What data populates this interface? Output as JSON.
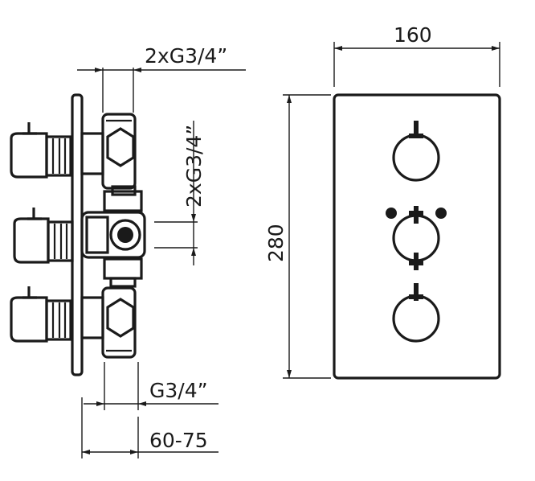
{
  "dimensions": {
    "side_outlet_top": "2xG3/4”",
    "side_outlet_vertical": "2xG3/4”",
    "side_inlet_bottom": "G3/4”",
    "side_depth": "60-75",
    "front_width": "160",
    "front_height": "280"
  }
}
